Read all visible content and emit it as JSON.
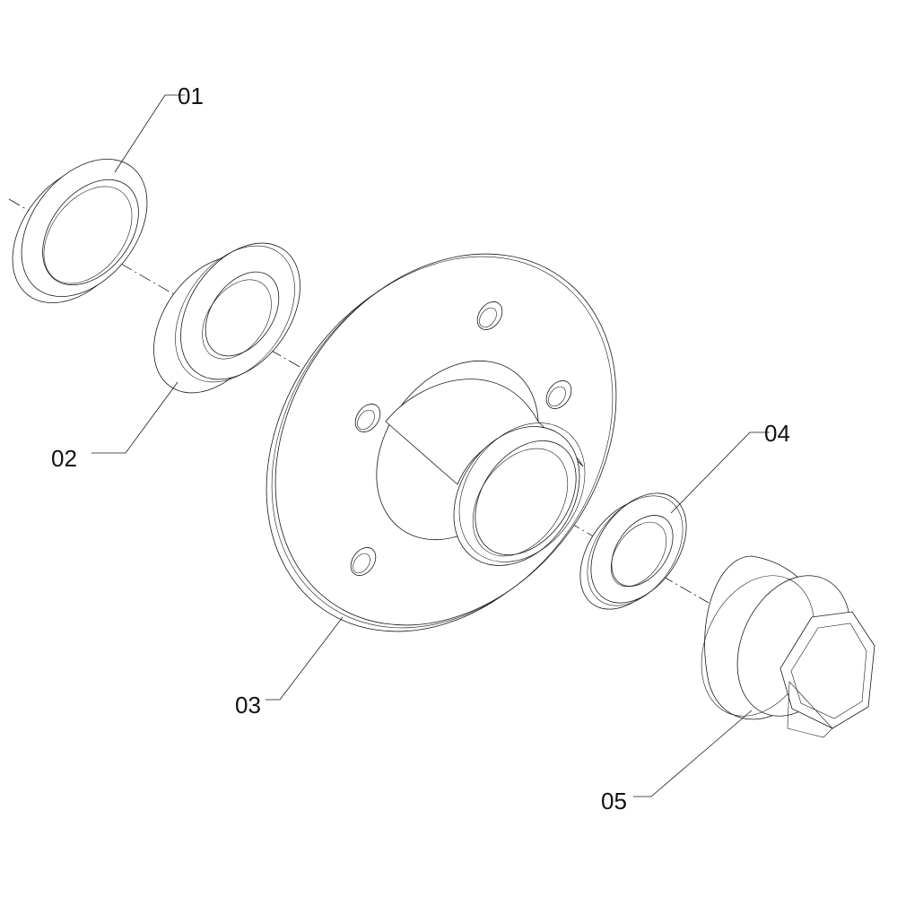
{
  "callouts": {
    "part_01": "01",
    "part_02": "02",
    "part_03": "03",
    "part_04": "04",
    "part_05": "05"
  }
}
